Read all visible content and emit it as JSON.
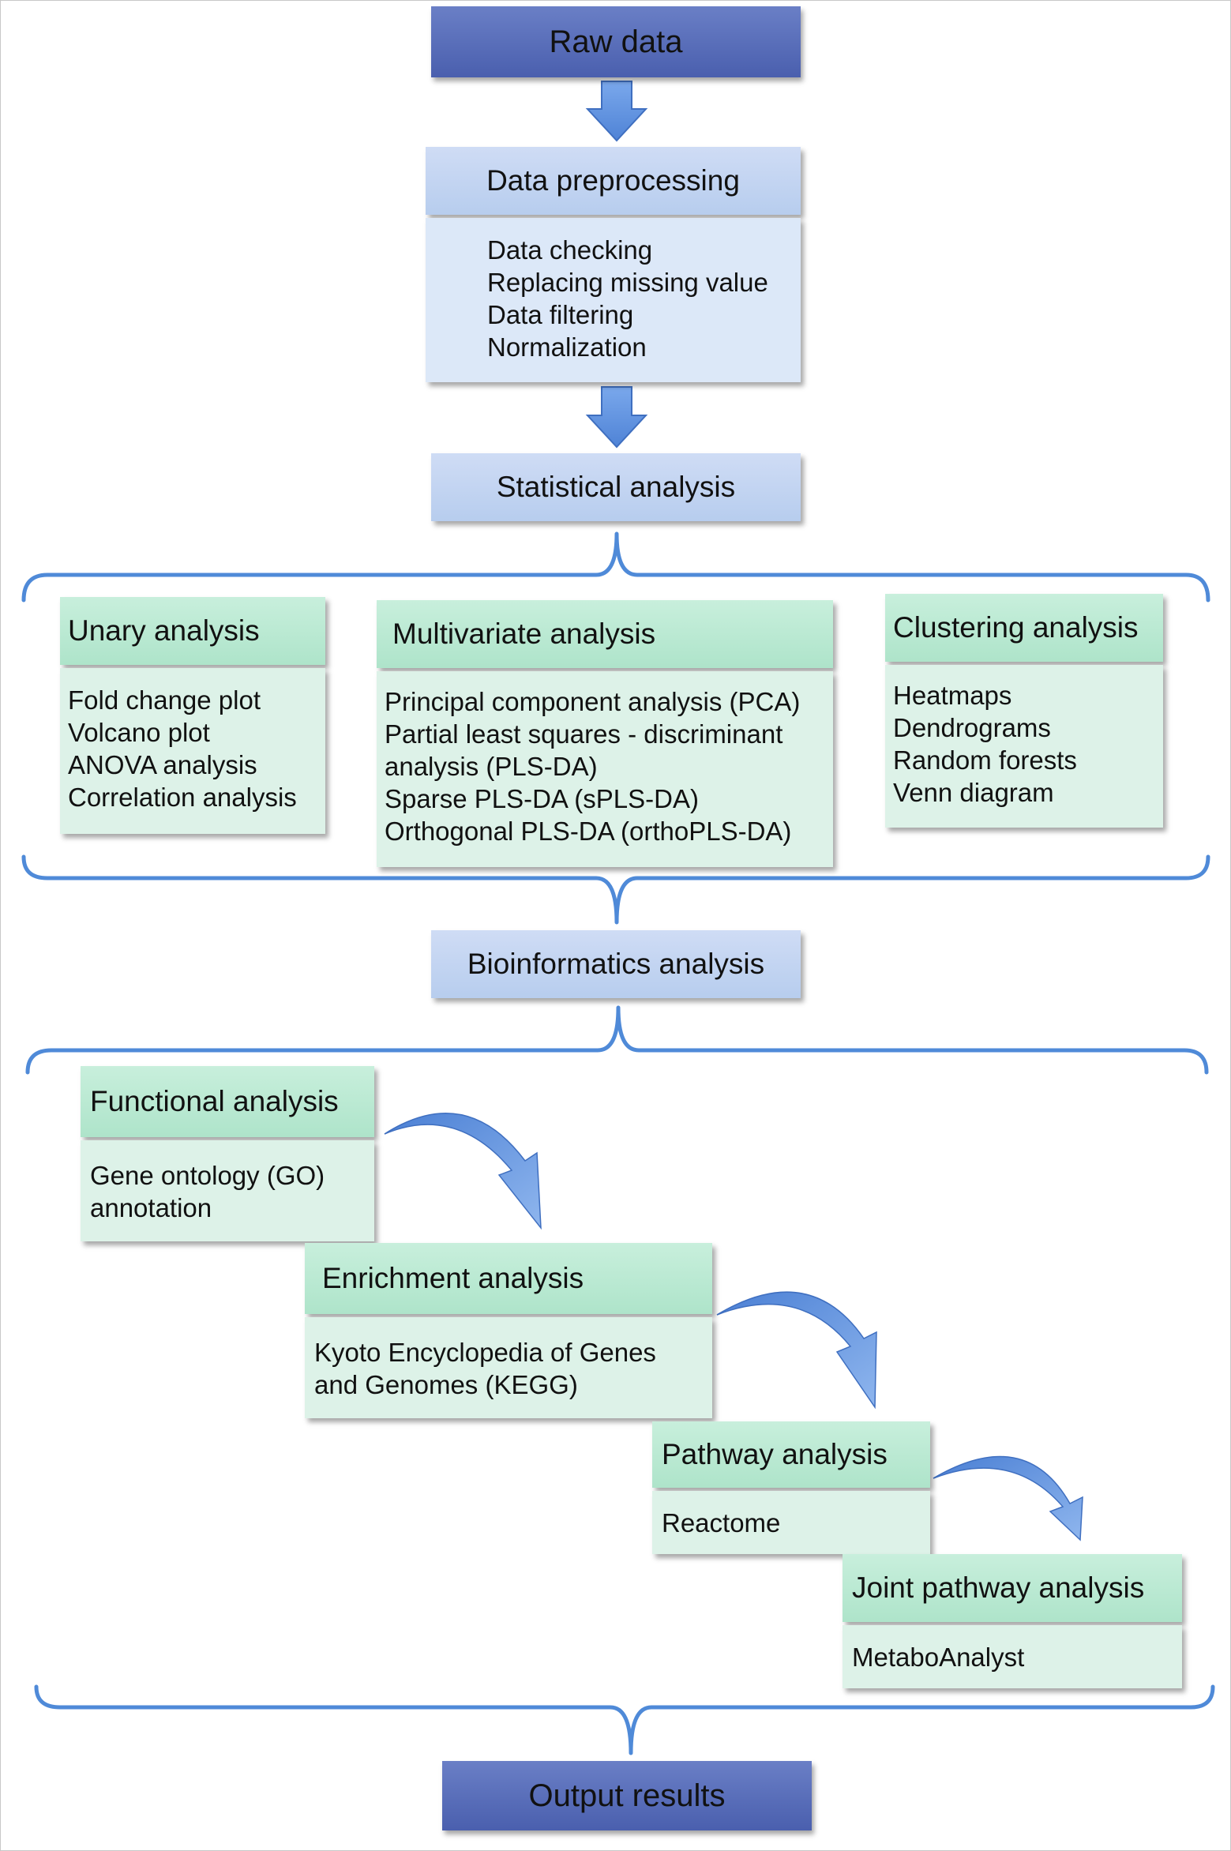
{
  "raw_data": "Raw data",
  "preprocessing": {
    "title": "Data preprocessing",
    "items": [
      "Data checking",
      "Replacing missing value",
      "Data filtering",
      "Normalization"
    ]
  },
  "statistical": "Statistical analysis",
  "unary": {
    "title": "Unary analysis",
    "items": [
      "Fold change plot",
      "Volcano plot",
      "ANOVA  analysis",
      "Correlation analysis"
    ]
  },
  "multivariate": {
    "title": "Multivariate analysis",
    "items": [
      "Principal component analysis (PCA)",
      "Partial least squares - discriminant",
      "analysis (PLS-DA)",
      "Sparse PLS-DA (sPLS-DA)",
      "Orthogonal PLS-DA (orthoPLS-DA)"
    ]
  },
  "clustering": {
    "title": "Clustering analysis",
    "items": [
      "Heatmaps",
      "Dendrograms",
      "Random forests",
      "Venn diagram"
    ]
  },
  "bioinformatics": "Bioinformatics analysis",
  "functional": {
    "title": "Functional analysis",
    "items": [
      "Gene ontology (GO)",
      "annotation"
    ]
  },
  "enrichment": {
    "title": "Enrichment analysis",
    "items": [
      "Kyoto Encyclopedia of Genes",
      "and Genomes (KEGG)"
    ]
  },
  "pathway": {
    "title": "Pathway analysis",
    "items": [
      "Reactome"
    ]
  },
  "joint": {
    "title": "Joint pathway analysis",
    "items": [
      "MetaboAnalyst"
    ]
  },
  "output": "Output results",
  "colors": {
    "dark_box": "#5668b8",
    "blue_box": "#c5d7f2",
    "green_box": "#bfe9d5",
    "arrow": "#5b8fe0",
    "brace": "#4f8ad8"
  }
}
